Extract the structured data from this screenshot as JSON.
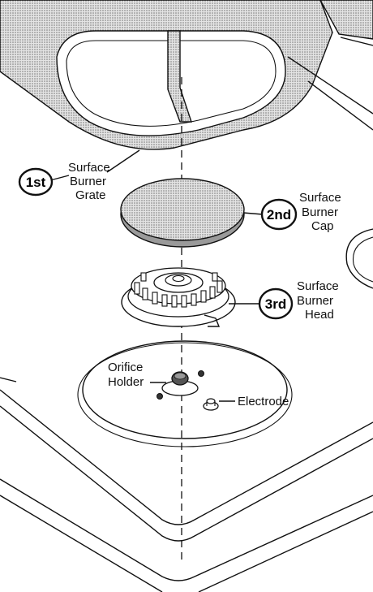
{
  "callouts": {
    "first": {
      "badge": "1st",
      "lines": [
        "Surface",
        "Burner",
        "Grate"
      ]
    },
    "second": {
      "badge": "2nd",
      "lines": [
        "Surface",
        "Burner",
        "Cap"
      ]
    },
    "third": {
      "badge": "3rd",
      "lines": [
        "Surface",
        "Burner",
        "Head"
      ]
    }
  },
  "parts": {
    "orifice_holder": [
      "Orifice",
      "Holder"
    ],
    "electrode": "Electrode"
  },
  "colors": {
    "line": "#111111",
    "grate_fill": "#bdbdbd",
    "cap_fill": "#c4c4c4",
    "background": "#ffffff"
  }
}
